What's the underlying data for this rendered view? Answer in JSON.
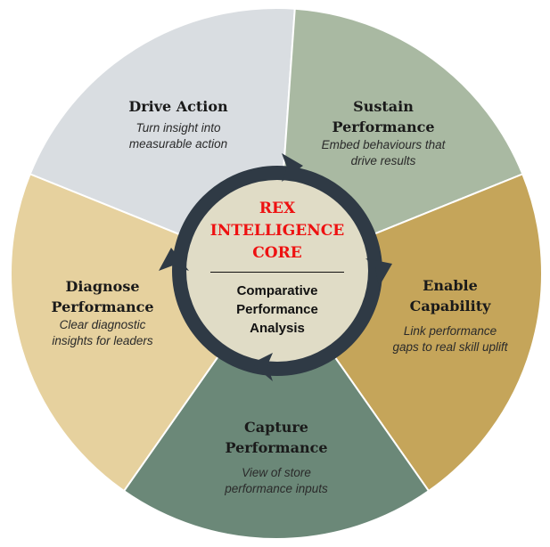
{
  "segments": [
    {
      "title": "Drive Action",
      "desc": "Turn insight into measurable action",
      "color": "#d9dde1"
    },
    {
      "title": "Sustain Performance",
      "desc": "Embed behaviours that drive results",
      "color": "#a9b9a2"
    },
    {
      "title": "Enable Capability",
      "desc": "Link performance gaps to real skill uplift",
      "color": "#c5a55a"
    },
    {
      "title": "Capture Performance",
      "desc": "View of store performance inputs",
      "color": "#6b8878"
    },
    {
      "title": "Diagnose Performance",
      "desc": "Clear diagnostic insights for leaders",
      "color": "#e6d19e"
    }
  ],
  "core": {
    "title_lines": [
      "REX",
      "INTELLIGENCE",
      "CORE"
    ],
    "subtitle_lines": [
      "Comparative",
      "Performance",
      "Analysis"
    ],
    "title_color": "#ee1111",
    "fill_color": "#e0dcc6",
    "ring_color": "#2f3a45"
  }
}
